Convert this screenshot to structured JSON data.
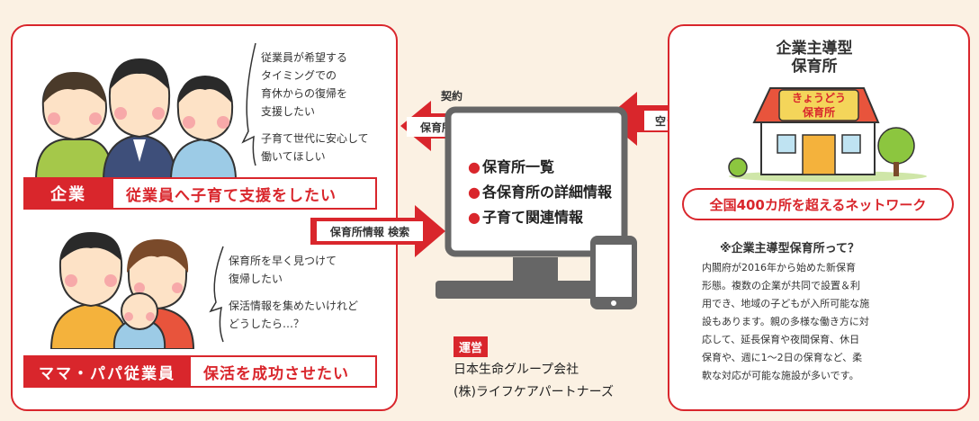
{
  "company": {
    "tag": "企業",
    "headline": "従業員へ子育て支援をしたい",
    "bubble_lines": [
      "従業員が希望する",
      "タイミングでの",
      "育休からの復帰を",
      "支援したい"
    ],
    "bubble_lines2": [
      "子育て世代に安心して",
      "働いてほしい"
    ]
  },
  "employee": {
    "tag": "ママ・パパ従業員",
    "headline": "保活を成功させたい",
    "bubble_lines": [
      "保育所を早く見つけて",
      "復帰したい"
    ],
    "bubble_lines2": [
      "保活情報を集めたいけれど",
      "どうしたら…？"
    ]
  },
  "arrows": {
    "contract": "契約",
    "nursery_info": "保育所情報",
    "search": "保育所情報 検索",
    "vacancy": "空き枠提供"
  },
  "monitor": {
    "items": [
      "保育所一覧",
      "各保育所の詳細情報",
      "子育て関連情報"
    ],
    "bullet": "●"
  },
  "operator": {
    "label": "運営",
    "line1": "日本生命グループ会社",
    "line2": "(株)ライフケアパートナーズ"
  },
  "facility": {
    "title_line1": "企業主導型",
    "title_line2": "保育所",
    "sign_line1": "きょうどう",
    "sign_line2": "保育所",
    "network": "全国400カ所を超えるネットワーク",
    "note_title": "※企業主導型保育所って？",
    "note_lines": [
      "内閣府が2016年から始めた新保育",
      "形態。複数の企業が共同で設置＆利",
      "用でき、地域の子どもが入所可能な施",
      "設もあります。親の多様な働き方に対",
      "応して、延長保育や夜間保育、休日",
      "保育や、週に1～2日の保育など、柔",
      "軟な対応が可能な施設が多いです。"
    ]
  },
  "colors": {
    "accent": "#d9262c",
    "background": "#fbf1e3"
  }
}
